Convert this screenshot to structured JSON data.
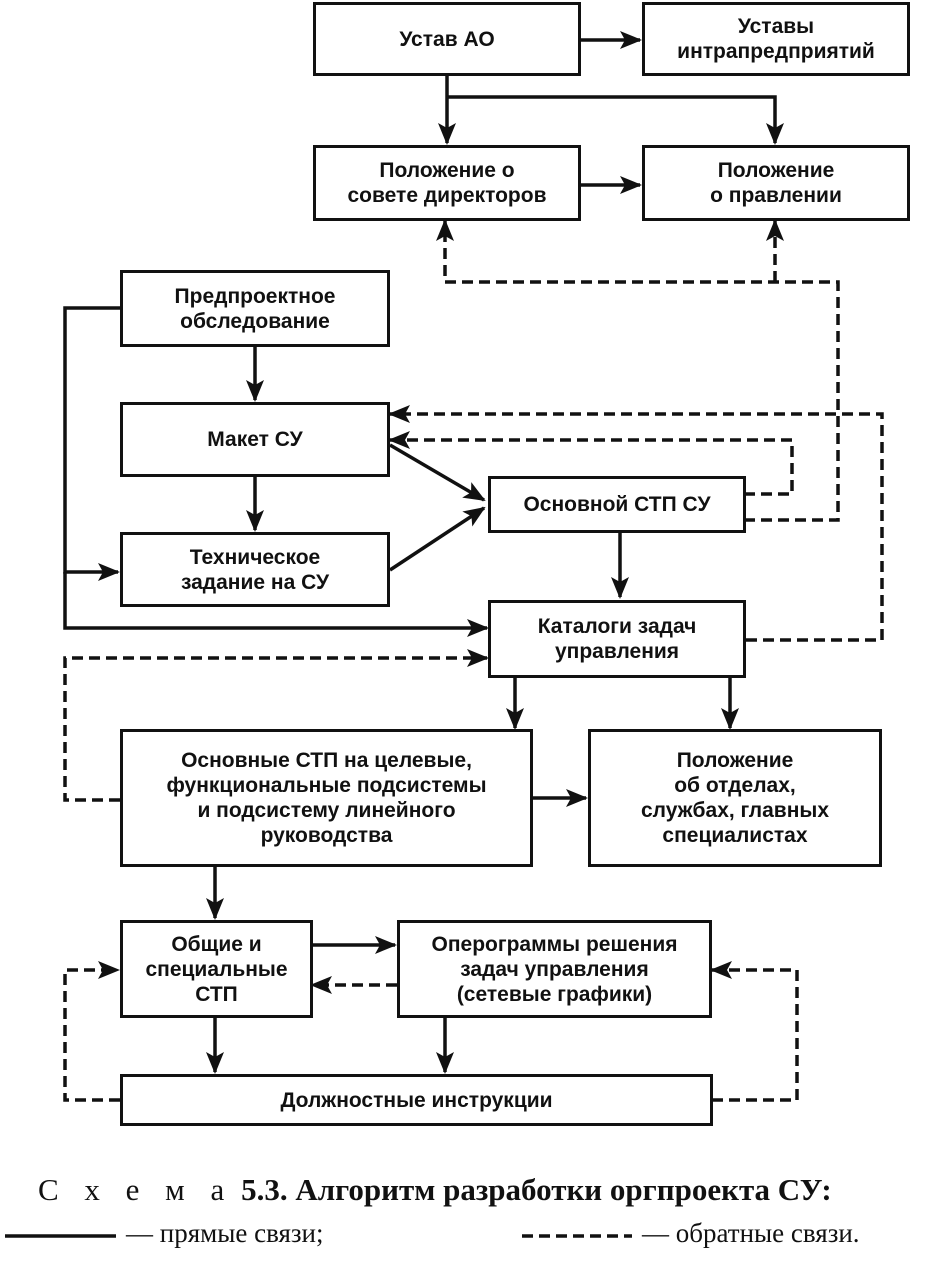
{
  "boxes": {
    "ustav_ao": "Устав АО",
    "ustavy_intra": "Уставы\nинтрапредприятий",
    "polozhenie_sovet": "Положение о\nсовете директоров",
    "polozhenie_pravlenie": "Положение\nо правлении",
    "predproekt": "Предпроектное\nобследование",
    "maket_su": "Макет СУ",
    "tech_zadanie": "Техническое\nзадание на СУ",
    "osnovnoy_stp": "Основной СТП СУ",
    "katalogi": "Каталоги задач\nуправления",
    "osnovnye_stp": "Основные СТП на целевые,\nфункциональные подсистемы\nи подсистему линейного\nруководства",
    "polozhenie_otdely": "Положение\nоб отделах,\nслужбах, главных\nспециалистах",
    "obshchie_stp": "Общие и\nспециальные\nСТП",
    "operogrammy": "Оперограммы решения\nзадач управления\n(сетевые графики)",
    "dolzhnostnye": "Должностные инструкции"
  },
  "caption": {
    "label": "С х е м а",
    "title": " 5.3. Алгоритм разработки оргпроекта СУ:"
  },
  "legend": {
    "direct": "— прямые связи;",
    "feedback": "— обратные связи."
  }
}
